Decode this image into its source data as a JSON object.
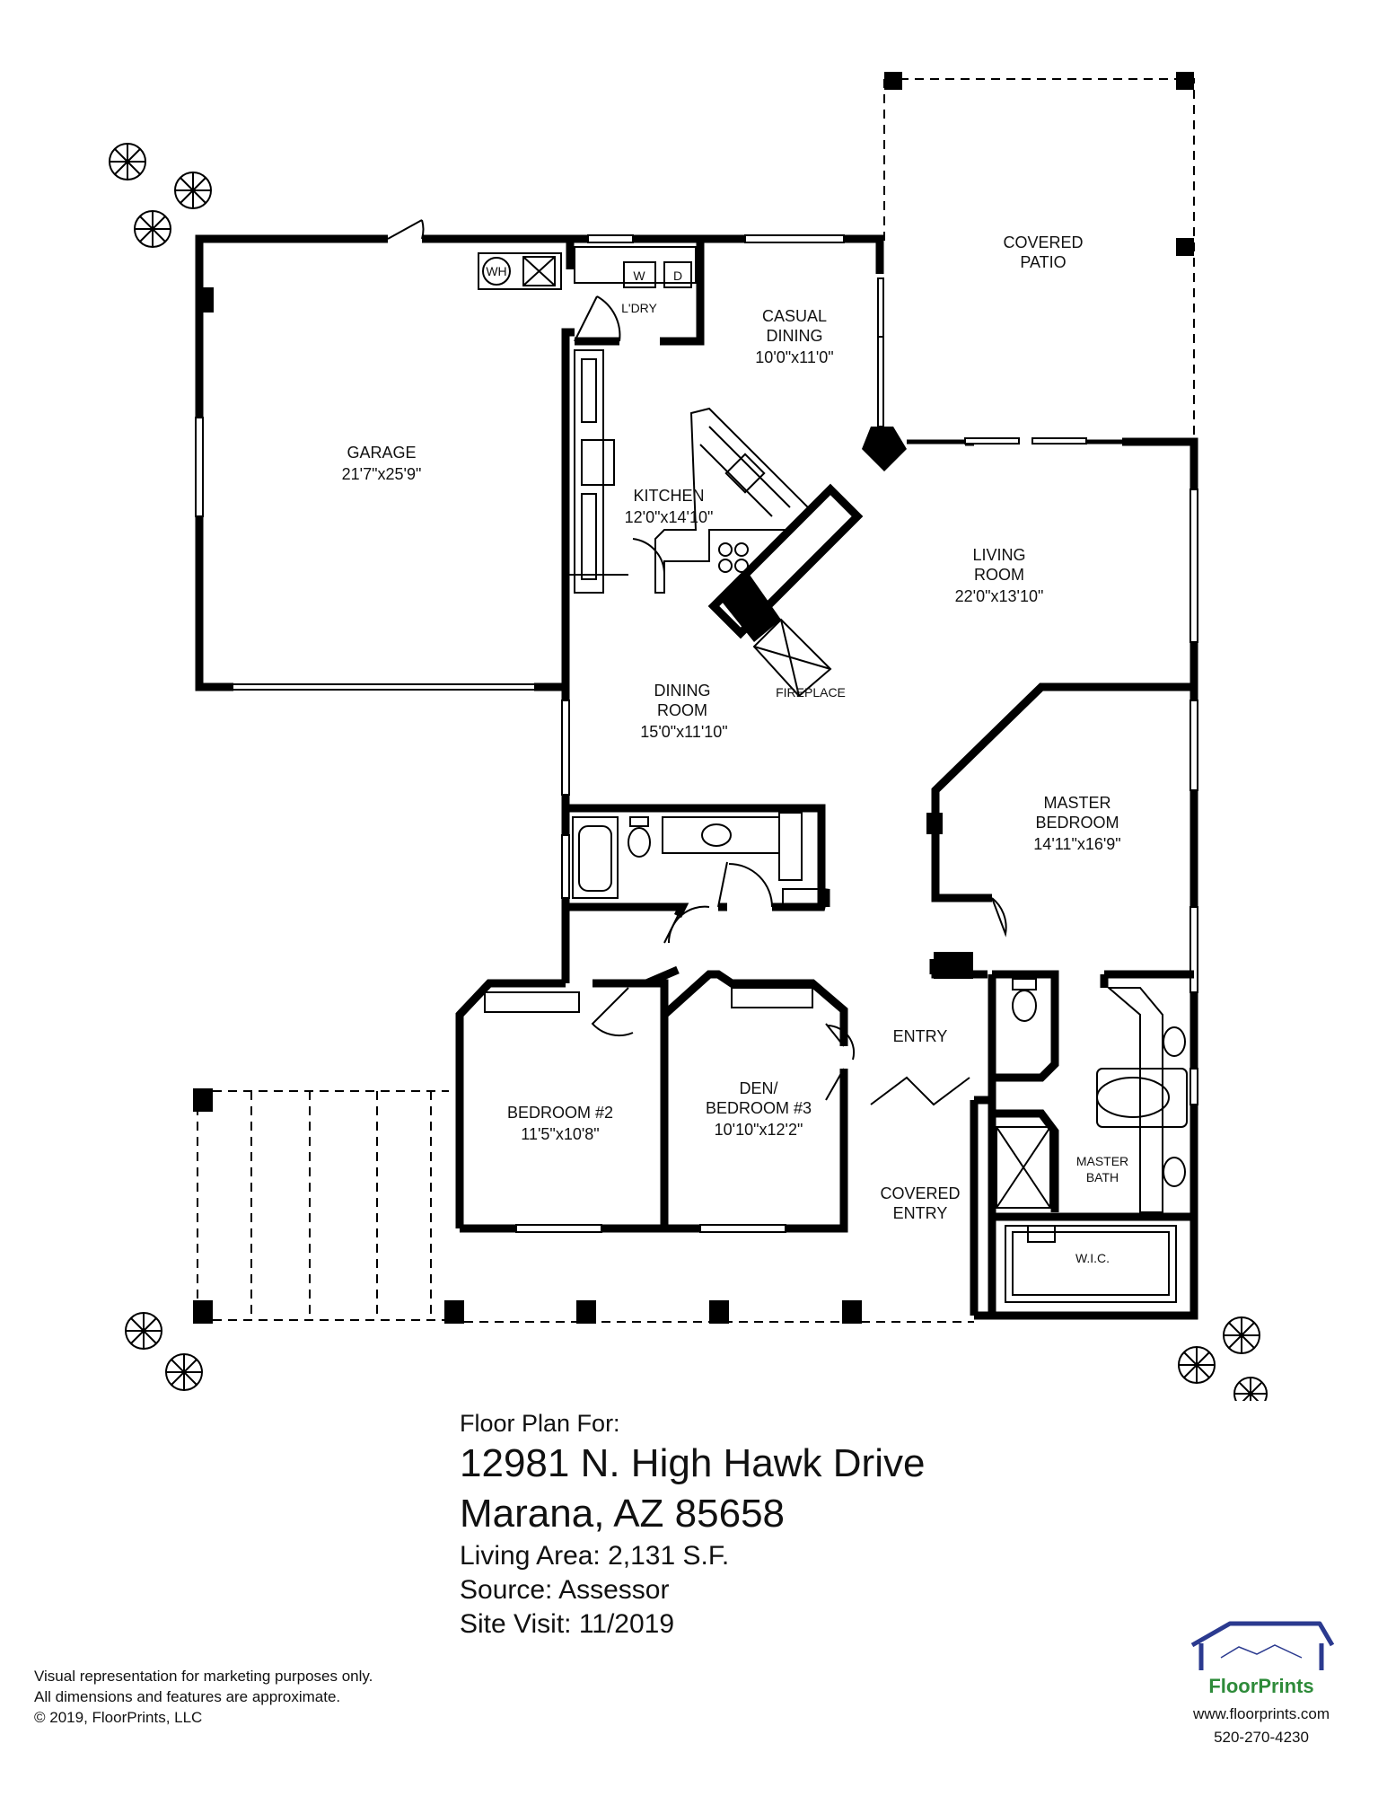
{
  "rooms": {
    "garage": {
      "name": "GARAGE",
      "dims": "21'7\"x25'9\""
    },
    "laundry": {
      "name": "L'DRY"
    },
    "casual_dining": {
      "name_1": "CASUAL",
      "name_2": "DINING",
      "dims": "10'0\"x11'0\""
    },
    "covered_patio": {
      "name_1": "COVERED",
      "name_2": "PATIO"
    },
    "kitchen": {
      "name": "KITCHEN",
      "dims": "12'0\"x14'10\""
    },
    "living_room": {
      "name_1": "LIVING",
      "name_2": "ROOM",
      "dims": "22'0\"x13'10\""
    },
    "dining_room": {
      "name_1": "DINING",
      "name_2": "ROOM",
      "dims": "15'0\"x11'10\""
    },
    "fireplace": {
      "name": "FIREPLACE"
    },
    "master_bedroom": {
      "name_1": "MASTER",
      "name_2": "BEDROOM",
      "dims": "14'11\"x16'9\""
    },
    "entry": {
      "name": "ENTRY"
    },
    "bedroom_2": {
      "name": "BEDROOM #2",
      "dims": "11'5\"x10'8\""
    },
    "den": {
      "name_1": "DEN/",
      "name_2": "BEDROOM #3",
      "dims": "10'10\"x12'2\""
    },
    "covered_entry": {
      "name_1": "COVERED",
      "name_2": "ENTRY"
    },
    "master_bath": {
      "name_1": "MASTER",
      "name_2": "BATH"
    },
    "wic": {
      "name": "W.I.C."
    }
  },
  "fixtures": {
    "water_heater": "WH",
    "washer": "W",
    "dryer": "D"
  },
  "info": {
    "for": "Floor Plan For:",
    "address_1": "12981 N. High Hawk Drive",
    "address_2": "Marana, AZ  85658",
    "living_area": "Living Area:  2,131 S.F.",
    "source": "Source:  Assessor",
    "site_visit": "Site Visit:  11/2019"
  },
  "disclaimer": {
    "line_1": "Visual representation for marketing purposes only.",
    "line_2": "All dimensions and features are approximate.",
    "line_3": "© 2019, FloorPrints, LLC"
  },
  "brand": {
    "name_1": "Floor",
    "name_2": "Prints",
    "website": "www.floorprints.com",
    "phone": "520-270-4230"
  },
  "colors": {
    "brand_blue": "#2b3a8f",
    "brand_green": "#2e8b3a"
  }
}
